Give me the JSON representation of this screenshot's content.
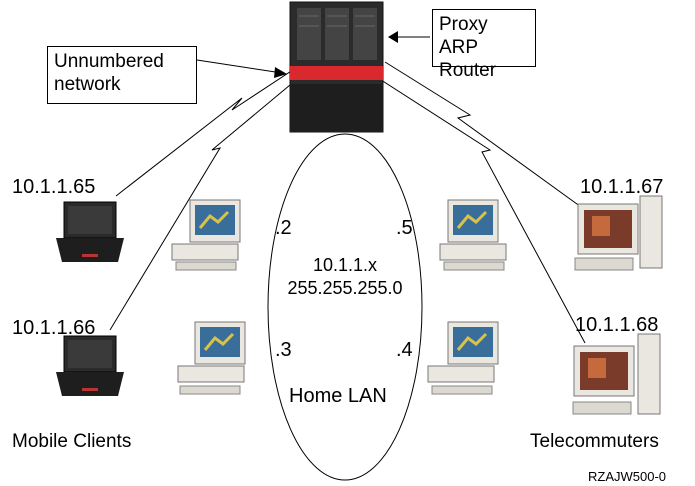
{
  "callouts": {
    "unnumbered": {
      "line1": "Unnumbered",
      "line2": "network"
    },
    "proxy": {
      "line1": "Proxy ARP",
      "line2": "Router"
    }
  },
  "addresses": {
    "a65": "10.1.1.65",
    "a66": "10.1.1.66",
    "a67": "10.1.1.67",
    "a68": "10.1.1.68"
  },
  "lan": {
    "host2": ".2",
    "host5": ".5",
    "host3": ".3",
    "host4": ".4",
    "network": "10.1.1.x",
    "mask": "255.255.255.0",
    "name": "Home LAN"
  },
  "groups": {
    "left": "Mobile Clients",
    "right": "Telecommuters"
  },
  "figure_id": "RZAJW500-0",
  "colors": {
    "router_accent": "#d9282e",
    "router_body": "#2b2b2b",
    "screen": "#3a6e9a",
    "crt_case": "#e9e7df"
  }
}
